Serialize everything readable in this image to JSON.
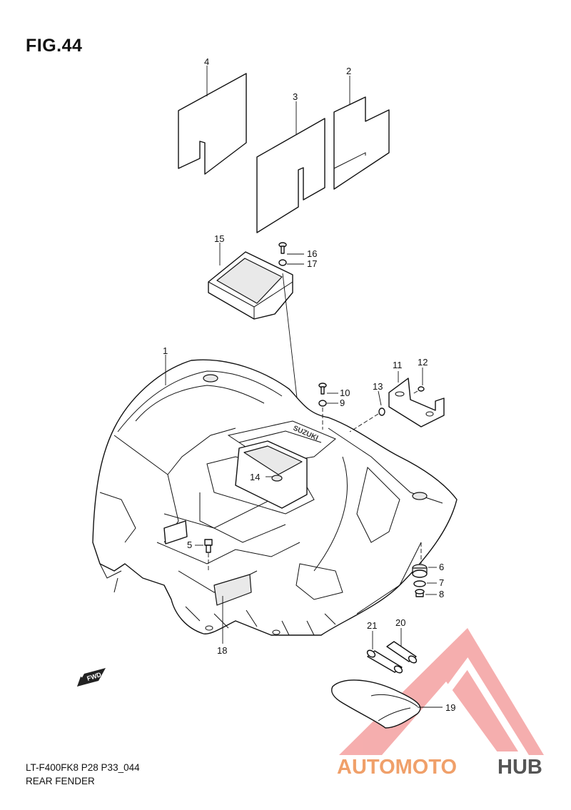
{
  "figure_title": "FIG.44",
  "model_code": "LT-F400FK8 P28 P33_044",
  "section_name": "REAR FENDER",
  "fwd_label": "FWD",
  "fender_logo_text": "SUZUKI",
  "part_callouts": [
    {
      "number": "1"
    },
    {
      "number": "2"
    },
    {
      "number": "3"
    },
    {
      "number": "4"
    },
    {
      "number": "5"
    },
    {
      "number": "6"
    },
    {
      "number": "7"
    },
    {
      "number": "8"
    },
    {
      "number": "9"
    },
    {
      "number": "10"
    },
    {
      "number": "11"
    },
    {
      "number": "12"
    },
    {
      "number": "13"
    },
    {
      "number": "14"
    },
    {
      "number": "15"
    },
    {
      "number": "16"
    },
    {
      "number": "17"
    },
    {
      "number": "18"
    },
    {
      "number": "19"
    },
    {
      "number": "20"
    },
    {
      "number": "21"
    }
  ],
  "watermark": {
    "text_part1": "AUTOMOTO",
    "text_part2": "HUB",
    "color_triangle": "#f4a0a0",
    "color_part1": "#f0a06a",
    "color_part2": "#555555"
  }
}
